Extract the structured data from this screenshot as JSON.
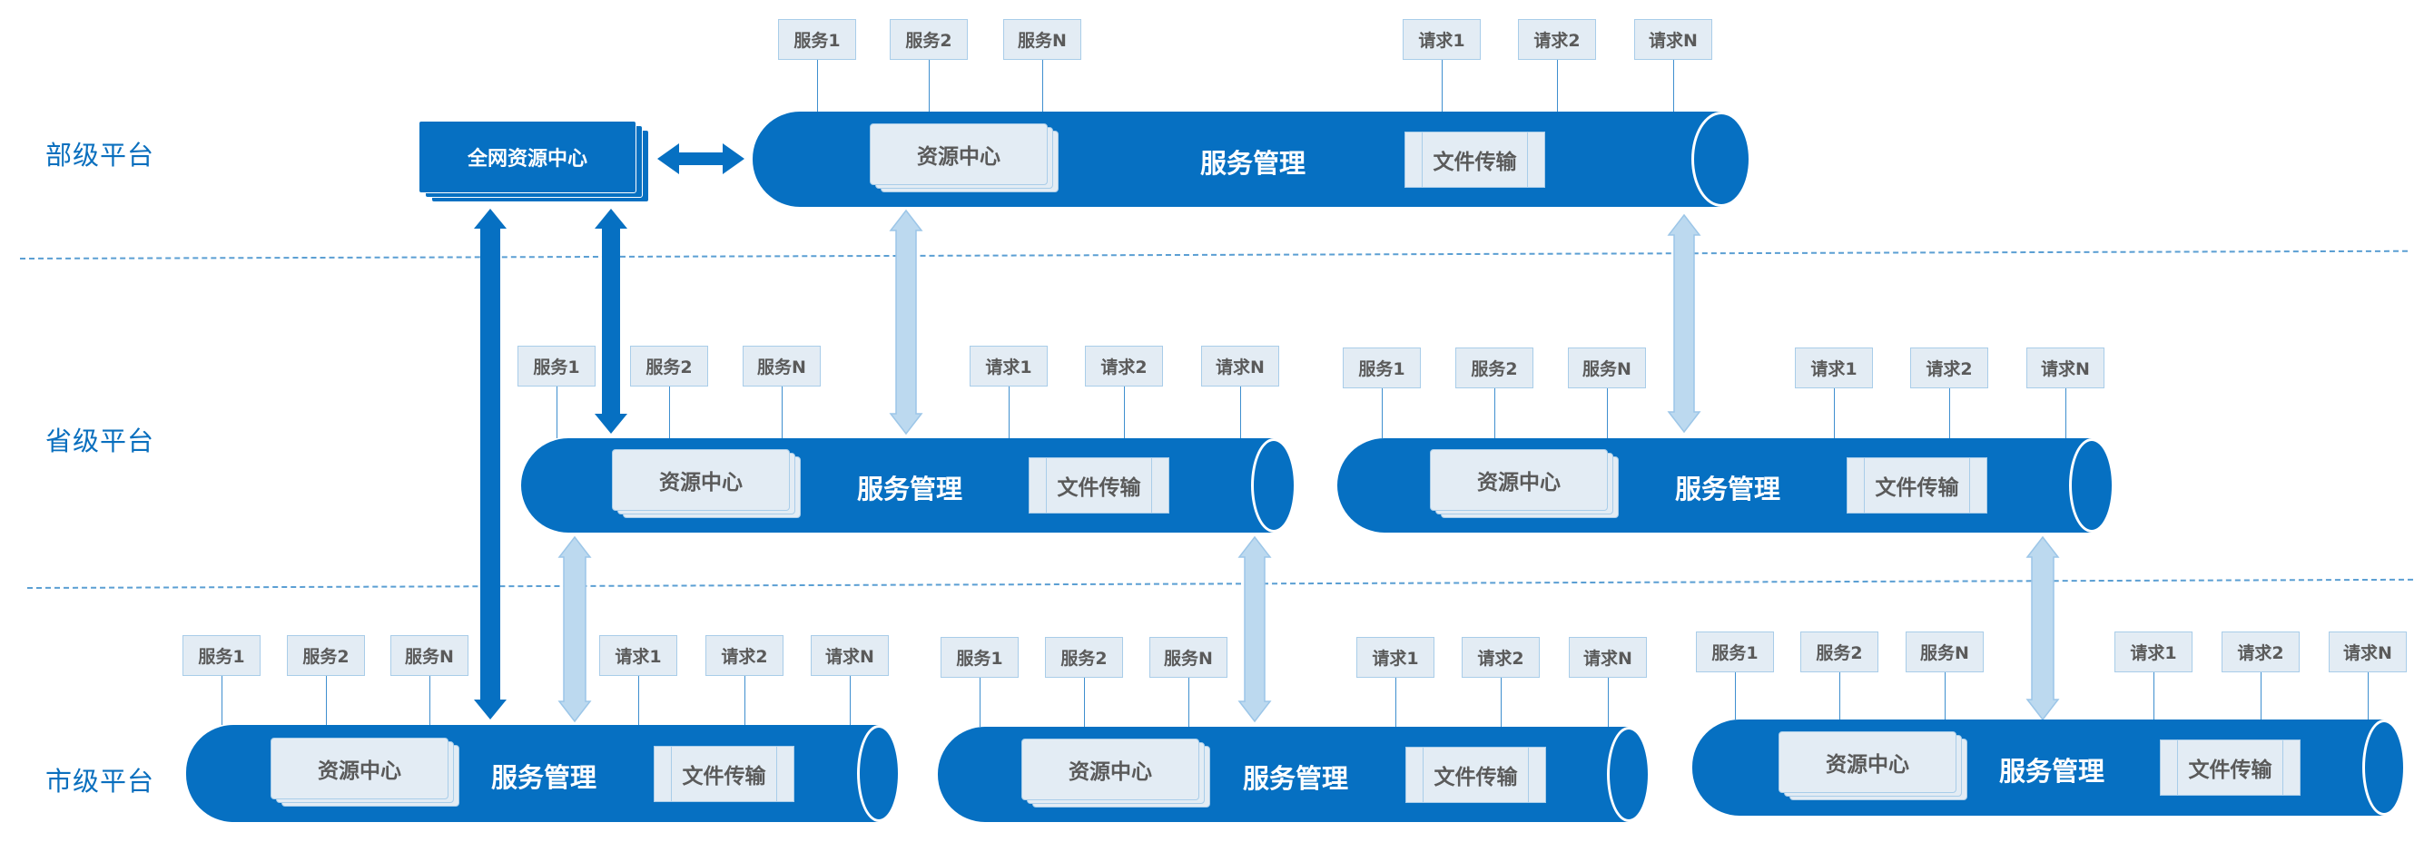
{
  "levels": [
    {
      "label": "部级平台"
    },
    {
      "label": "省级平台"
    },
    {
      "label": "市级平台"
    }
  ],
  "global_center": {
    "label": "全网资源中心"
  },
  "colors": {
    "primary": "#0670c2",
    "tag_fill": "#e3ecf4",
    "tag_border": "#a9cde9",
    "light_arrow": "#bcd9ef",
    "level_text": "#0a6fbe"
  },
  "platforms": [
    {
      "level": "ministry",
      "title": "服务管理",
      "resource_center": "资源中心",
      "file_transfer": "文件传输",
      "services": [
        "服务1",
        "服务2",
        "服务N"
      ],
      "requests": [
        "请求1",
        "请求2",
        "请求N"
      ]
    },
    {
      "level": "province",
      "title": "服务管理",
      "resource_center": "资源中心",
      "file_transfer": "文件传输",
      "services": [
        "服务1",
        "服务2",
        "服务N"
      ],
      "requests": [
        "请求1",
        "请求2",
        "请求N"
      ]
    },
    {
      "level": "province",
      "title": "服务管理",
      "resource_center": "资源中心",
      "file_transfer": "文件传输",
      "services": [
        "服务1",
        "服务2",
        "服务N"
      ],
      "requests": [
        "请求1",
        "请求2",
        "请求N"
      ]
    },
    {
      "level": "city",
      "title": "服务管理",
      "resource_center": "资源中心",
      "file_transfer": "文件传输",
      "services": [
        "服务1",
        "服务2",
        "服务N"
      ],
      "requests": [
        "请求1",
        "请求2",
        "请求N"
      ]
    },
    {
      "level": "city",
      "title": "服务管理",
      "resource_center": "资源中心",
      "file_transfer": "文件传输",
      "services": [
        "服务1",
        "服务2",
        "服务N"
      ],
      "requests": [
        "请求1",
        "请求2",
        "请求N"
      ]
    },
    {
      "level": "city",
      "title": "服务管理",
      "resource_center": "资源中心",
      "file_transfer": "文件传输",
      "services": [
        "服务1",
        "服务2",
        "服务N"
      ],
      "requests": [
        "请求1",
        "请求2",
        "请求N"
      ]
    }
  ],
  "connections": [
    {
      "from": "全网资源中心",
      "to": "部级平台 服务管理",
      "direction": "bidirectional",
      "style": "dark"
    },
    {
      "from": "全网资源中心",
      "to": "市级平台 1",
      "direction": "bidirectional",
      "style": "dark"
    },
    {
      "from": "全网资源中心",
      "to": "省级平台 1",
      "direction": "bidirectional",
      "style": "dark"
    },
    {
      "from": "部级平台",
      "to": "省级平台 1",
      "direction": "bidirectional",
      "style": "light"
    },
    {
      "from": "部级平台",
      "to": "省级平台 2",
      "direction": "bidirectional",
      "style": "light"
    },
    {
      "from": "省级平台 1",
      "to": "市级平台 1",
      "direction": "bidirectional",
      "style": "light"
    },
    {
      "from": "省级平台 1",
      "to": "市级平台 2",
      "direction": "bidirectional",
      "style": "light"
    },
    {
      "from": "省级平台 2",
      "to": "市级平台 3",
      "direction": "bidirectional",
      "style": "light"
    }
  ]
}
